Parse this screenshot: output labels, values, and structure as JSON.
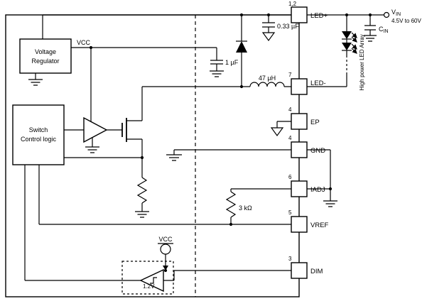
{
  "blocks": {
    "voltage_regulator": {
      "line1": "Voltage",
      "line2": "Regulator"
    },
    "switch_control": {
      "line1": "Switch",
      "line2": "Control logic"
    }
  },
  "labels": {
    "vcc_main": "VCC",
    "vcc_comparator": "VCC",
    "cap_vcc": "1 µF",
    "cap_bypass": "0.33 µF",
    "inductor": "47 µH",
    "resistor_iadj": "3 kΩ",
    "comparator_threshold": "1.2V",
    "vin_symbol": "V",
    "vin_sub": "IN",
    "vin_range": "4.5V to 60V",
    "cin_symbol": "C",
    "cin_sub": "IN",
    "led_array": "High power LED Array"
  },
  "pins": [
    {
      "number": "1,2",
      "name": "LED+"
    },
    {
      "number": "7",
      "name": "LED-"
    },
    {
      "number": "4",
      "name": "EP"
    },
    {
      "number": "4",
      "name": "GND"
    },
    {
      "number": "6",
      "name": "IADJ"
    },
    {
      "number": "5",
      "name": "VREF"
    },
    {
      "number": "3",
      "name": "DIM"
    }
  ]
}
